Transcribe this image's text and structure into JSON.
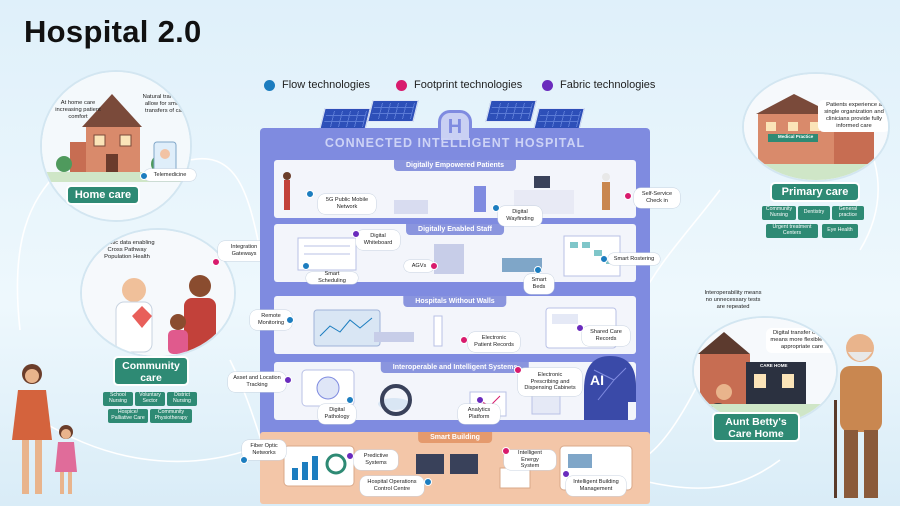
{
  "title": "Hospital 2.0",
  "legend": [
    {
      "label": "Flow technologies",
      "color": "#1c7dbf"
    },
    {
      "label": "Footprint technologies",
      "color": "#d81b6d"
    },
    {
      "label": "Fabric technologies",
      "color": "#6a2bbd"
    }
  ],
  "building": {
    "name": "CONNECTED INTELLIGENT HOSPITAL",
    "sign": "H",
    "floors": [
      "Digitally Empowered Patients",
      "Digitally Enabled Staff",
      "Hospitals Without Walls",
      "Interoperable and Intelligent Systems",
      "Smart Building"
    ],
    "ai_label": "AI",
    "care_home_sign": "CARE HOME",
    "primary_sign": "Medical Practice"
  },
  "labels": {
    "public_network": "5G Public Mobile\nNetwork",
    "self_checkin": "Self-Service\nCheck in",
    "wayfinding": "Digital\nWayfinding",
    "whiteboard": "Digital\nWhiteboard",
    "integration": "Integration\nGateways",
    "agvs": "AGVs",
    "rostering": "Smart Rostering",
    "scheduling": "Smart Scheduling",
    "beds": "Smart\nBeds",
    "remote": "Remote\nMonitoring",
    "epr": "Electronic\nPatient Records",
    "shared": "Shared Care\nRecords",
    "asset": "Asset and Location\nTracking",
    "eprescribing": "Electronic\nPrescribing and\nDispensing Cabinets",
    "pathology": "Digital\nPathology",
    "analytics": "Analytics\nPlatform",
    "fibre": "Fiber Optic\nNetworks",
    "predictive": "Predictive\nSystems",
    "energy": "Intelligent Energy\nSystem",
    "hocc": "Hospital Operations\nControl Centre",
    "ibm": "Intelligent Building\nManagement"
  },
  "home_care": {
    "title": "Home care",
    "note_left": "At home care\nincreasing patient\ncomfort",
    "note_right": "Natural transitions\nallow for smooth\ntransfers of care",
    "telemedicine": "Telemedicine"
  },
  "community_care": {
    "title": "Community\ncare",
    "note": "Holistic data enabling\nCross Pathway\nPopulation Health",
    "tags": [
      "School\nNursing",
      "Voluntary\nSector",
      "District\nNursing",
      "Hospice/\nPalliative Care",
      "Community\nPhysiotherapy"
    ]
  },
  "primary_care": {
    "title": "Primary care",
    "note": "Patients experience a\nsingle organization and\nclinicians provide fully\ninformed care",
    "tags": [
      "Community\nNursing",
      "Dentistry",
      "General\npractice",
      "Urgent treatment\nCenters",
      "Eye Health"
    ]
  },
  "care_home": {
    "title": "Aunt Betty's\nCare Home",
    "note_top": "Interoperability means\nno unnecessary tests\nare repeated",
    "note_mid": "Digital transfer of Care\nmeans more flexible and\nappropriate care"
  },
  "colors": {
    "accent_green": "#2e8a74",
    "building": "#7f8be0",
    "floor_title": "#8a95de"
  }
}
